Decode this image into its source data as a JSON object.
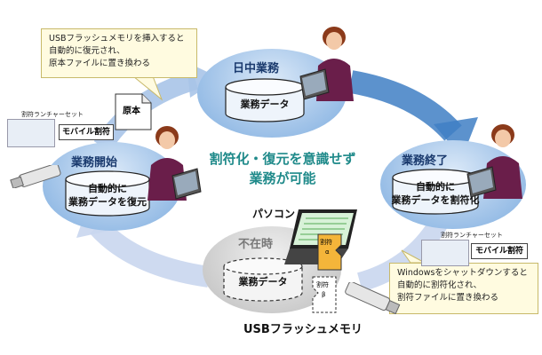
{
  "nodes": {
    "daytime": {
      "title": "日中業務",
      "db": "業務データ"
    },
    "start": {
      "title": "業務開始",
      "db_line1": "自動的に",
      "db_line2": "業務データを復元"
    },
    "end": {
      "title": "業務終了",
      "db_line1": "自動的に",
      "db_line2": "業務データを割符化"
    },
    "absent": {
      "title": "不在時",
      "db": "業務データ"
    }
  },
  "center": {
    "line1": "割符化・復元を意識せず",
    "line2": "業務が可能"
  },
  "callout_top": {
    "line1": "USBフラッシュメモリを挿入すると",
    "line2": "自動的に復元され、",
    "line3": "原本ファイルに置き換わる"
  },
  "callout_bottom": {
    "line1": "Windowsをシャットダウンすると",
    "line2": "自動的に割符化され、",
    "line3": "割符ファイルに置き換わる"
  },
  "labels": {
    "original": "原本",
    "pc": "パソコン",
    "usb": "USBフラッシュメモリ",
    "launcher_left": "割符ランチャーセット",
    "launcher_right": "割符ランチャーセット",
    "logo": "モバイル割符",
    "shard_a": "割符",
    "shard_a_sub": "α",
    "shard_b": "割符",
    "shard_b_sub": "β"
  },
  "colors": {
    "arrow": "#3f7fc4",
    "arrow_faded": "#c9d6ee",
    "teal": "#1f8a8a"
  }
}
